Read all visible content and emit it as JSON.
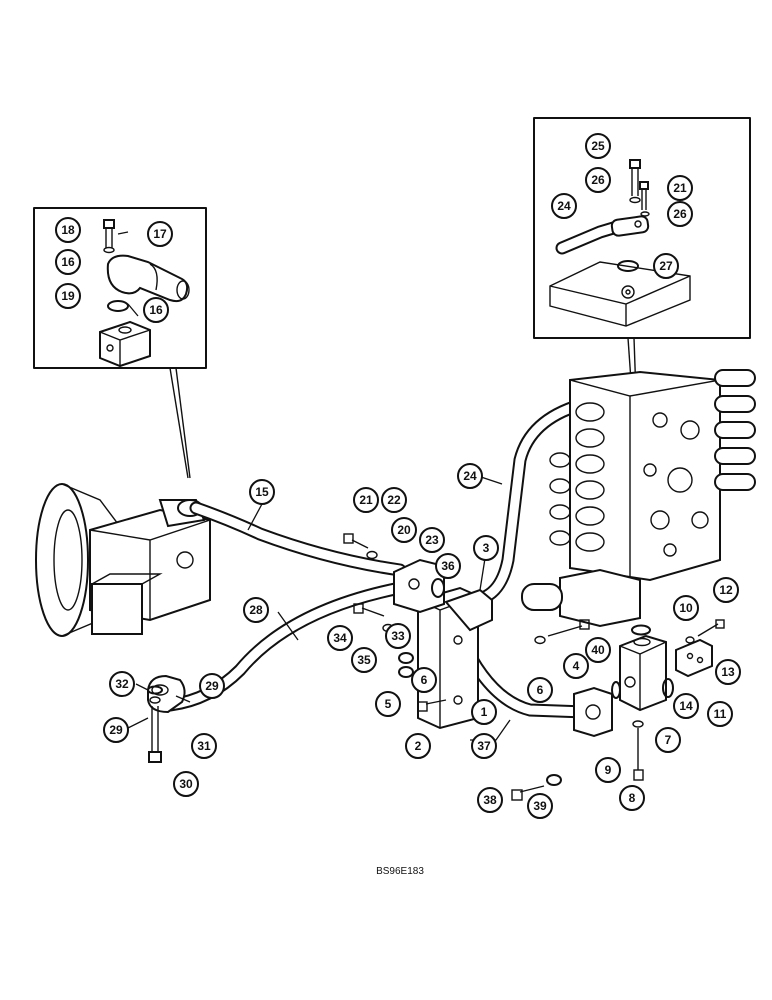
{
  "figure": {
    "reference_code": "BS96E183"
  },
  "callouts": [
    {
      "id": "c1",
      "label": "1"
    },
    {
      "id": "c2",
      "label": "2"
    },
    {
      "id": "c3",
      "label": "3"
    },
    {
      "id": "c4",
      "label": "4"
    },
    {
      "id": "c5",
      "label": "5"
    },
    {
      "id": "c6a",
      "label": "6"
    },
    {
      "id": "c6b",
      "label": "6"
    },
    {
      "id": "c7",
      "label": "7"
    },
    {
      "id": "c8",
      "label": "8"
    },
    {
      "id": "c9",
      "label": "9"
    },
    {
      "id": "c10",
      "label": "10"
    },
    {
      "id": "c11",
      "label": "11"
    },
    {
      "id": "c12",
      "label": "12"
    },
    {
      "id": "c13",
      "label": "13"
    },
    {
      "id": "c14",
      "label": "14"
    },
    {
      "id": "c15",
      "label": "15"
    },
    {
      "id": "c16a",
      "label": "16"
    },
    {
      "id": "c16b",
      "label": "16"
    },
    {
      "id": "c17",
      "label": "17"
    },
    {
      "id": "c18",
      "label": "18"
    },
    {
      "id": "c19",
      "label": "19"
    },
    {
      "id": "c20",
      "label": "20"
    },
    {
      "id": "c21a",
      "label": "21"
    },
    {
      "id": "c21b",
      "label": "21"
    },
    {
      "id": "c22",
      "label": "22"
    },
    {
      "id": "c23",
      "label": "23"
    },
    {
      "id": "c24a",
      "label": "24"
    },
    {
      "id": "c24b",
      "label": "24"
    },
    {
      "id": "c25",
      "label": "25"
    },
    {
      "id": "c26a",
      "label": "26"
    },
    {
      "id": "c26b",
      "label": "26"
    },
    {
      "id": "c27",
      "label": "27"
    },
    {
      "id": "c28",
      "label": "28"
    },
    {
      "id": "c29a",
      "label": "29"
    },
    {
      "id": "c29b",
      "label": "29"
    },
    {
      "id": "c30",
      "label": "30"
    },
    {
      "id": "c31",
      "label": "31"
    },
    {
      "id": "c32",
      "label": "32"
    },
    {
      "id": "c33",
      "label": "33"
    },
    {
      "id": "c34",
      "label": "34"
    },
    {
      "id": "c35",
      "label": "35"
    },
    {
      "id": "c36",
      "label": "36"
    },
    {
      "id": "c37",
      "label": "37"
    },
    {
      "id": "c38",
      "label": "38"
    },
    {
      "id": "c39",
      "label": "39"
    },
    {
      "id": "c40",
      "label": "40"
    }
  ]
}
